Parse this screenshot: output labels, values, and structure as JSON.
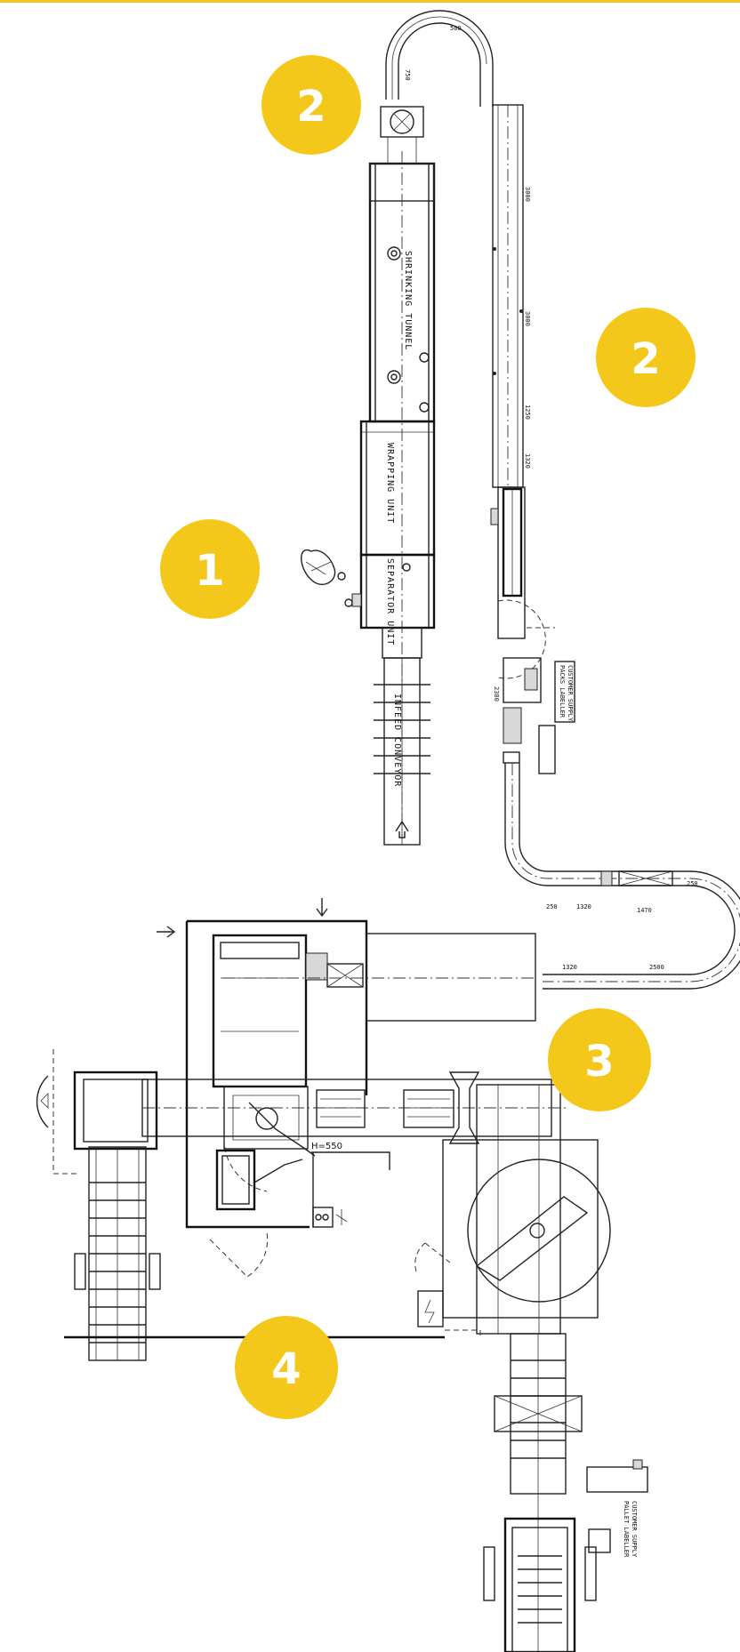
{
  "badges": [
    "1",
    "2",
    "2",
    "3",
    "4"
  ],
  "labels": {
    "shrinking_tunnel": "SHRINKING TUNNEL",
    "wrapping_unit": "WRAPPING UNIT",
    "separator_unit": "SEPARATOR UNIT",
    "infeed_conveyor": "INFEED CONVEYOR",
    "packs_labeller": "PACKS LABELLER",
    "customer_supply_1": "CUSTOMER SUPPLY",
    "pallet_labeller": "PALLET LABELLER",
    "customer_supply_2": "CUSTOMER SUPPLY",
    "h_550": "H=550"
  },
  "dimensions": {
    "d500": "500",
    "d750": "750",
    "d3000a": "3000",
    "d3000b": "3000",
    "d1250": "1250",
    "d1320a": "1320",
    "d2380": "2380",
    "d250a": "250",
    "d250b": "250",
    "d1320b": "1320",
    "d1470": "1470",
    "d1320c": "1320",
    "d2500": "2500"
  },
  "colors": {
    "accent": "#f4c81a",
    "line": "#222222",
    "background": "#ffffff"
  }
}
